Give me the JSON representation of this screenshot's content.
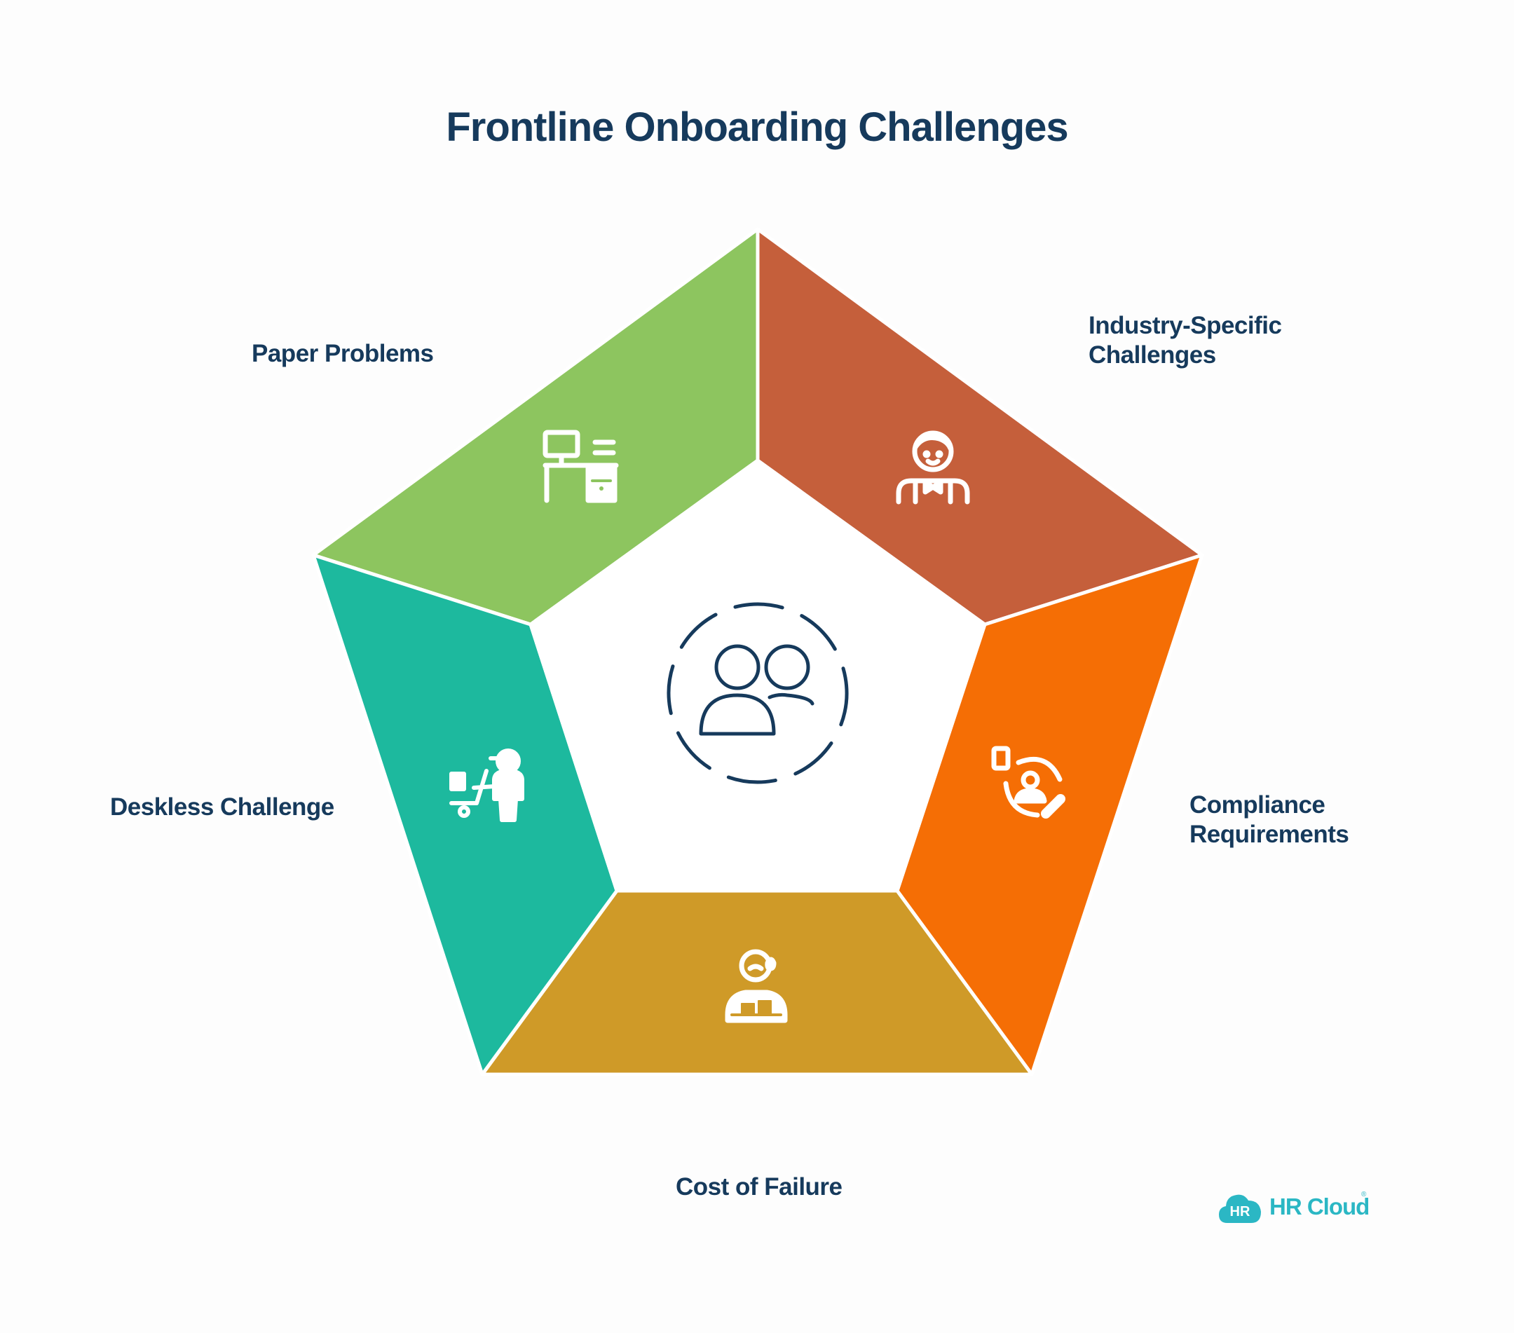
{
  "title": "Frontline Onboarding Challenges",
  "segments": [
    {
      "id": "paper",
      "label_lines": [
        "Paper Problems"
      ],
      "color": "#8dc55f",
      "icon": "office-desk-icon"
    },
    {
      "id": "industry",
      "label_lines": [
        "Industry-Specific",
        "Challenges"
      ],
      "color": "#c55f3b",
      "icon": "waiter-icon"
    },
    {
      "id": "compliance",
      "label_lines": [
        "Compliance",
        "Requirements"
      ],
      "color": "#f56e05",
      "icon": "document-person-edit-icon"
    },
    {
      "id": "cost",
      "label_lines": [
        "Cost of Failure"
      ],
      "color": "#cf9a28",
      "icon": "worker-sweat-icon"
    },
    {
      "id": "deskless",
      "label_lines": [
        "Deskless Challenge"
      ],
      "color": "#1db99e",
      "icon": "delivery-worker-icon"
    }
  ],
  "center": {
    "icon": "team-users-icon",
    "color": "#163a5c"
  },
  "logo": {
    "badge": "HR",
    "text": "HR Cloud",
    "mark": "®",
    "color": "#2bb7c4"
  }
}
